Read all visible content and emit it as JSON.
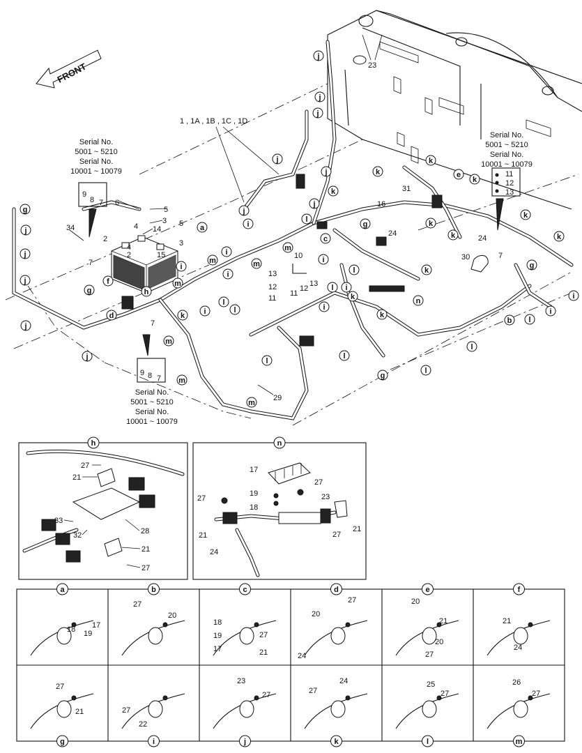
{
  "front_label": "FRONT",
  "serial_note_1": {
    "line1": "Serial No.",
    "line2": "5001 ~ 5210",
    "line3": "Serial No.",
    "line4": "10001 ~ 10079"
  },
  "serial_note_2": {
    "line1": "Serial No.",
    "line2": "5001 ~ 5210",
    "line3": "Serial No.",
    "line4": "10001 ~ 10079"
  },
  "serial_note_3": {
    "line1": "Serial No.",
    "line2": "5001 ~ 5210",
    "line3": "Serial No.",
    "line4": "10001 ~ 10079"
  },
  "harness_label": "1 , 1A , 1B , 1C , 1D",
  "main_numbers": {
    "n23": "23",
    "n6": "6",
    "n5": "5",
    "n3": "3",
    "n14": "14",
    "n4a": "4",
    "n4b": "4",
    "n2a": "2",
    "n2b": "2",
    "n15": "15",
    "n34": "34",
    "n7a": "7",
    "n7b": "7",
    "n7c": "7",
    "n10": "10",
    "n13a": "13",
    "n13b": "13",
    "n12a": "12",
    "n12b": "12",
    "n11a": "11",
    "n11b": "11",
    "n16": "16",
    "n31": "31",
    "n24a": "24",
    "n24b": "24",
    "n30": "30",
    "n29": "29",
    "n5b": "5",
    "n3b": "3",
    "b9a": "9",
    "b8a": "8",
    "b7a": "7",
    "b9b": "9",
    "b8b": "8",
    "b7b": "7",
    "b11": "11",
    "b12": "12",
    "b13": "13"
  },
  "main_letters": {
    "j1": "j",
    "j2": "j",
    "j3": "j",
    "j4": "j",
    "j5": "j",
    "j6": "j",
    "j7": "j",
    "j8": "j",
    "j9": "j",
    "j10": "j",
    "j11": "j",
    "j12": "j",
    "g1": "g",
    "g2": "g",
    "g3": "g",
    "g4": "g",
    "g5": "g",
    "a1": "a",
    "c1": "c",
    "d1": "d",
    "e1": "e",
    "f1": "f",
    "h1": "h",
    "n1": "n",
    "b1": "b",
    "k1": "k",
    "k2": "k",
    "k3": "k",
    "k4": "k",
    "k5": "k",
    "k6": "k",
    "k7": "k",
    "k8": "k",
    "k9": "k",
    "k10": "k",
    "k11": "k",
    "k12": "k",
    "i1": "i",
    "i2": "i",
    "i3": "i",
    "i4": "i",
    "i5": "i",
    "i6": "i",
    "i7": "i",
    "i8": "i",
    "i9": "i",
    "i10": "i",
    "m1": "m",
    "m2": "m",
    "m3": "m",
    "m4": "m",
    "m5": "m",
    "m6": "m",
    "m7": "m",
    "l1": "l",
    "l2": "l",
    "l3": "l",
    "l4": "l",
    "l5": "l",
    "l6": "l",
    "l7": "l",
    "l8": "l",
    "l9": "l",
    "l10": "l"
  },
  "detail_h": {
    "title": "h",
    "p27a": "27",
    "p21a": "21",
    "p33": "33",
    "p32": "32",
    "p28": "28",
    "p21b": "21",
    "p27b": "27"
  },
  "detail_n": {
    "title": "n",
    "p17": "17",
    "p27a": "27",
    "p27b": "27",
    "p19": "19",
    "p18": "18",
    "p23": "23",
    "p21a": "21",
    "p24": "24",
    "p27c": "27",
    "p21b": "21"
  },
  "cells": [
    {
      "letter": "a",
      "parts": [
        "18",
        "19",
        "17"
      ]
    },
    {
      "letter": "b",
      "parts": [
        "27",
        "20"
      ]
    },
    {
      "letter": "c",
      "parts": [
        "18",
        "19",
        "17",
        "27",
        "21"
      ]
    },
    {
      "letter": "d",
      "parts": [
        "27",
        "20",
        "24"
      ]
    },
    {
      "letter": "e",
      "parts": [
        "20",
        "21",
        "20",
        "27"
      ]
    },
    {
      "letter": "f",
      "parts": [
        "21",
        "24"
      ]
    },
    {
      "letter": "g",
      "parts": [
        "27",
        "21"
      ]
    },
    {
      "letter": "i",
      "parts": [
        "27",
        "22"
      ]
    },
    {
      "letter": "j",
      "parts": [
        "23",
        "27"
      ]
    },
    {
      "letter": "k",
      "parts": [
        "27",
        "24"
      ]
    },
    {
      "letter": "l",
      "parts": [
        "25",
        "27"
      ]
    },
    {
      "letter": "m",
      "parts": [
        "26",
        "27"
      ]
    }
  ]
}
